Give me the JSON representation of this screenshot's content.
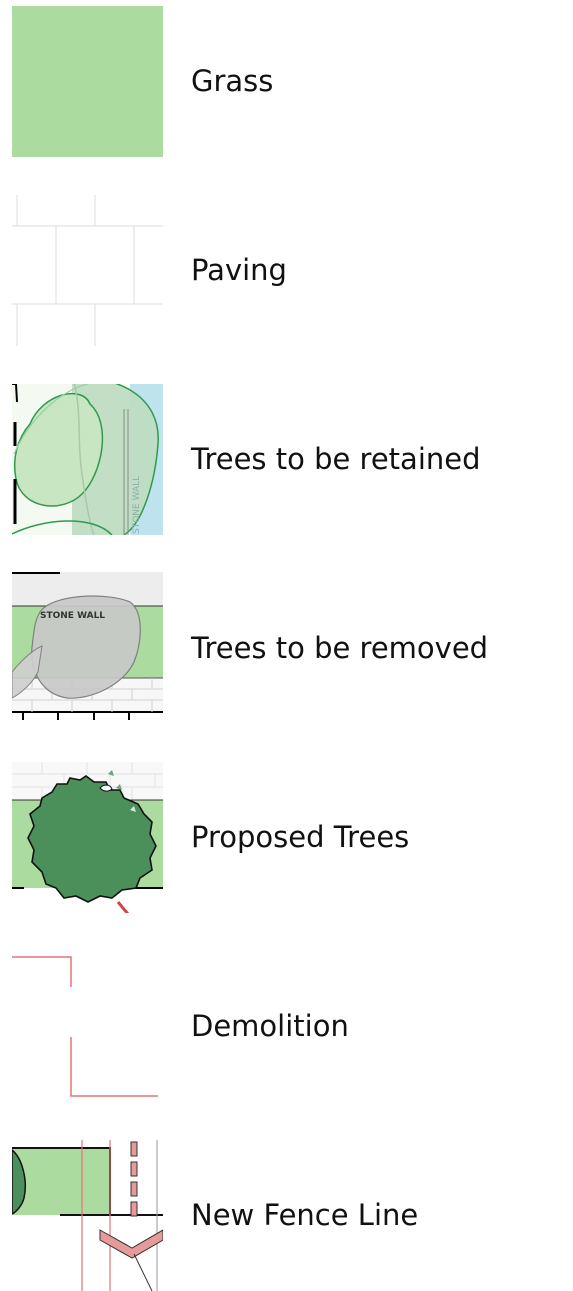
{
  "legend": {
    "items": [
      {
        "label": "Grass",
        "icon": "grass-swatch"
      },
      {
        "label": "Paving",
        "icon": "paving-swatch"
      },
      {
        "label": "Trees to be retained",
        "icon": "trees-retained-swatch"
      },
      {
        "label": "Trees to be removed",
        "icon": "trees-removed-swatch"
      },
      {
        "label": "Proposed Trees",
        "icon": "proposed-trees-swatch"
      },
      {
        "label": "Demolition",
        "icon": "demolition-swatch"
      },
      {
        "label": "New Fence Line",
        "icon": "new-fence-line-swatch"
      }
    ],
    "swatch_text": {
      "stone_wall": "STONE WALL",
      "stone_wall_vertical": "STONE WALL"
    }
  },
  "colors": {
    "grass": "#acdba0",
    "paving_lines": "#dddddd",
    "tree_outline": "#2f9a4f",
    "removed_tree": "#c8c8c8",
    "proposed_tree": "#4b8f5b",
    "demolition": "#e57373",
    "fence": "#e79a9a"
  }
}
